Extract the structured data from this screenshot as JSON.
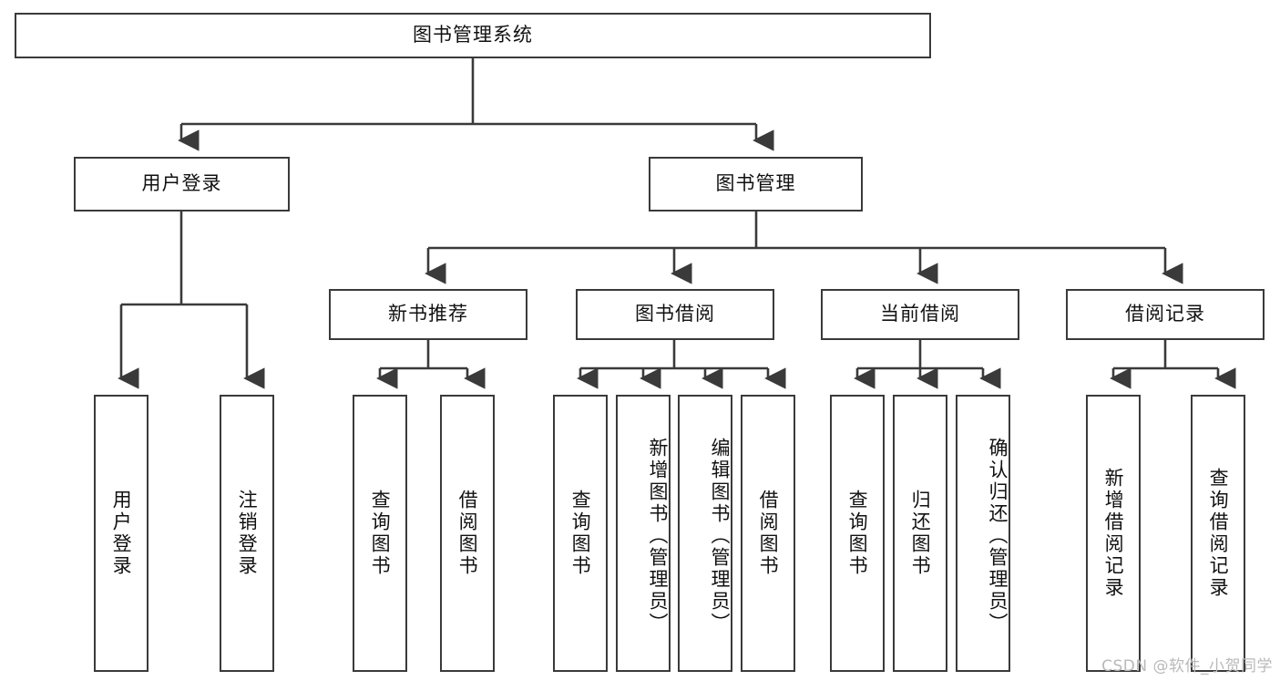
{
  "diagram": {
    "title": "图书管理系统",
    "type": "function-structure-tree",
    "background_color": "#ffffff",
    "border_color": "#3a3a3a",
    "text_color": "#111111",
    "root": {
      "label": "图书管理系统"
    },
    "level2": [
      {
        "label": "用户登录"
      },
      {
        "label": "图书管理"
      }
    ],
    "level3": [
      {
        "label": "新书推荐"
      },
      {
        "label": "图书借阅"
      },
      {
        "label": "当前借阅"
      },
      {
        "label": "借阅记录"
      }
    ],
    "leaves": {
      "user_login": [
        {
          "label": "用户登录"
        },
        {
          "label": "注销登录"
        }
      ],
      "new_book": [
        {
          "label": "查询图书"
        },
        {
          "label": "借阅图书"
        }
      ],
      "book_borrow": [
        {
          "label": "查询图书"
        },
        {
          "label": "新增图书（管理员）"
        },
        {
          "label": "编辑图书（管理员）"
        },
        {
          "label": "借阅图书"
        }
      ],
      "current_borrow": [
        {
          "label": "查询图书"
        },
        {
          "label": "归还图书"
        },
        {
          "label": "确认归还（管理员）"
        }
      ],
      "borrow_record": [
        {
          "label": "新增借阅记录"
        },
        {
          "label": "查询借阅记录"
        }
      ]
    }
  },
  "watermark": {
    "text": "CSDN @软件_小贺同学"
  }
}
